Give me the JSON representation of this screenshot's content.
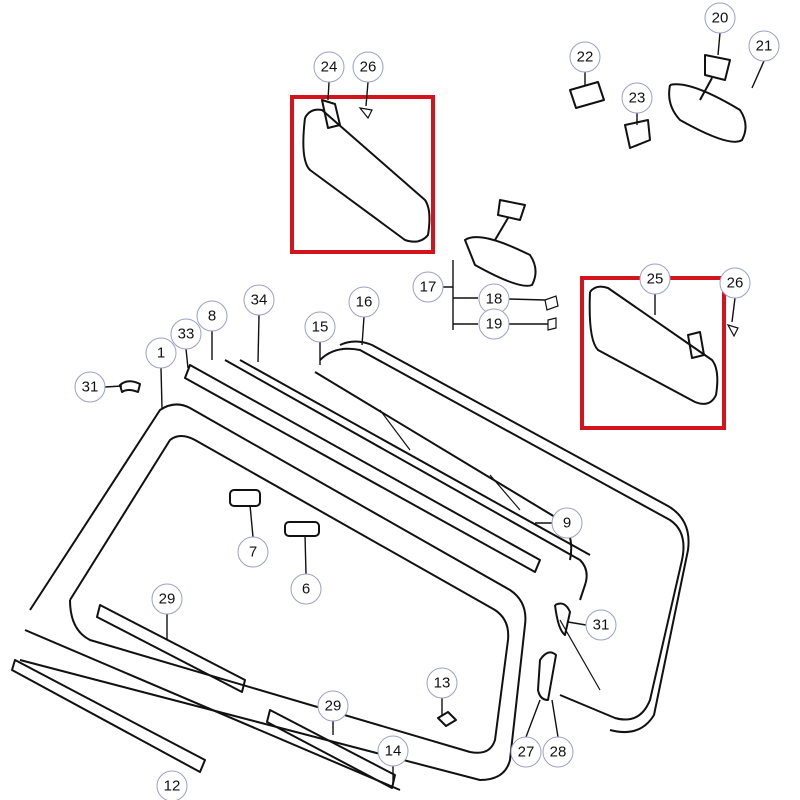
{
  "diagram": {
    "highlight_color": "#d3141c",
    "callouts": [
      "20",
      "21",
      "22",
      "24",
      "26",
      "23",
      "17",
      "18",
      "19",
      "25",
      "26",
      "34",
      "8",
      "16",
      "15",
      "33",
      "1",
      "31",
      "9",
      "7",
      "6",
      "29",
      "31",
      "13",
      "29",
      "14",
      "27",
      "28",
      "12"
    ]
  }
}
